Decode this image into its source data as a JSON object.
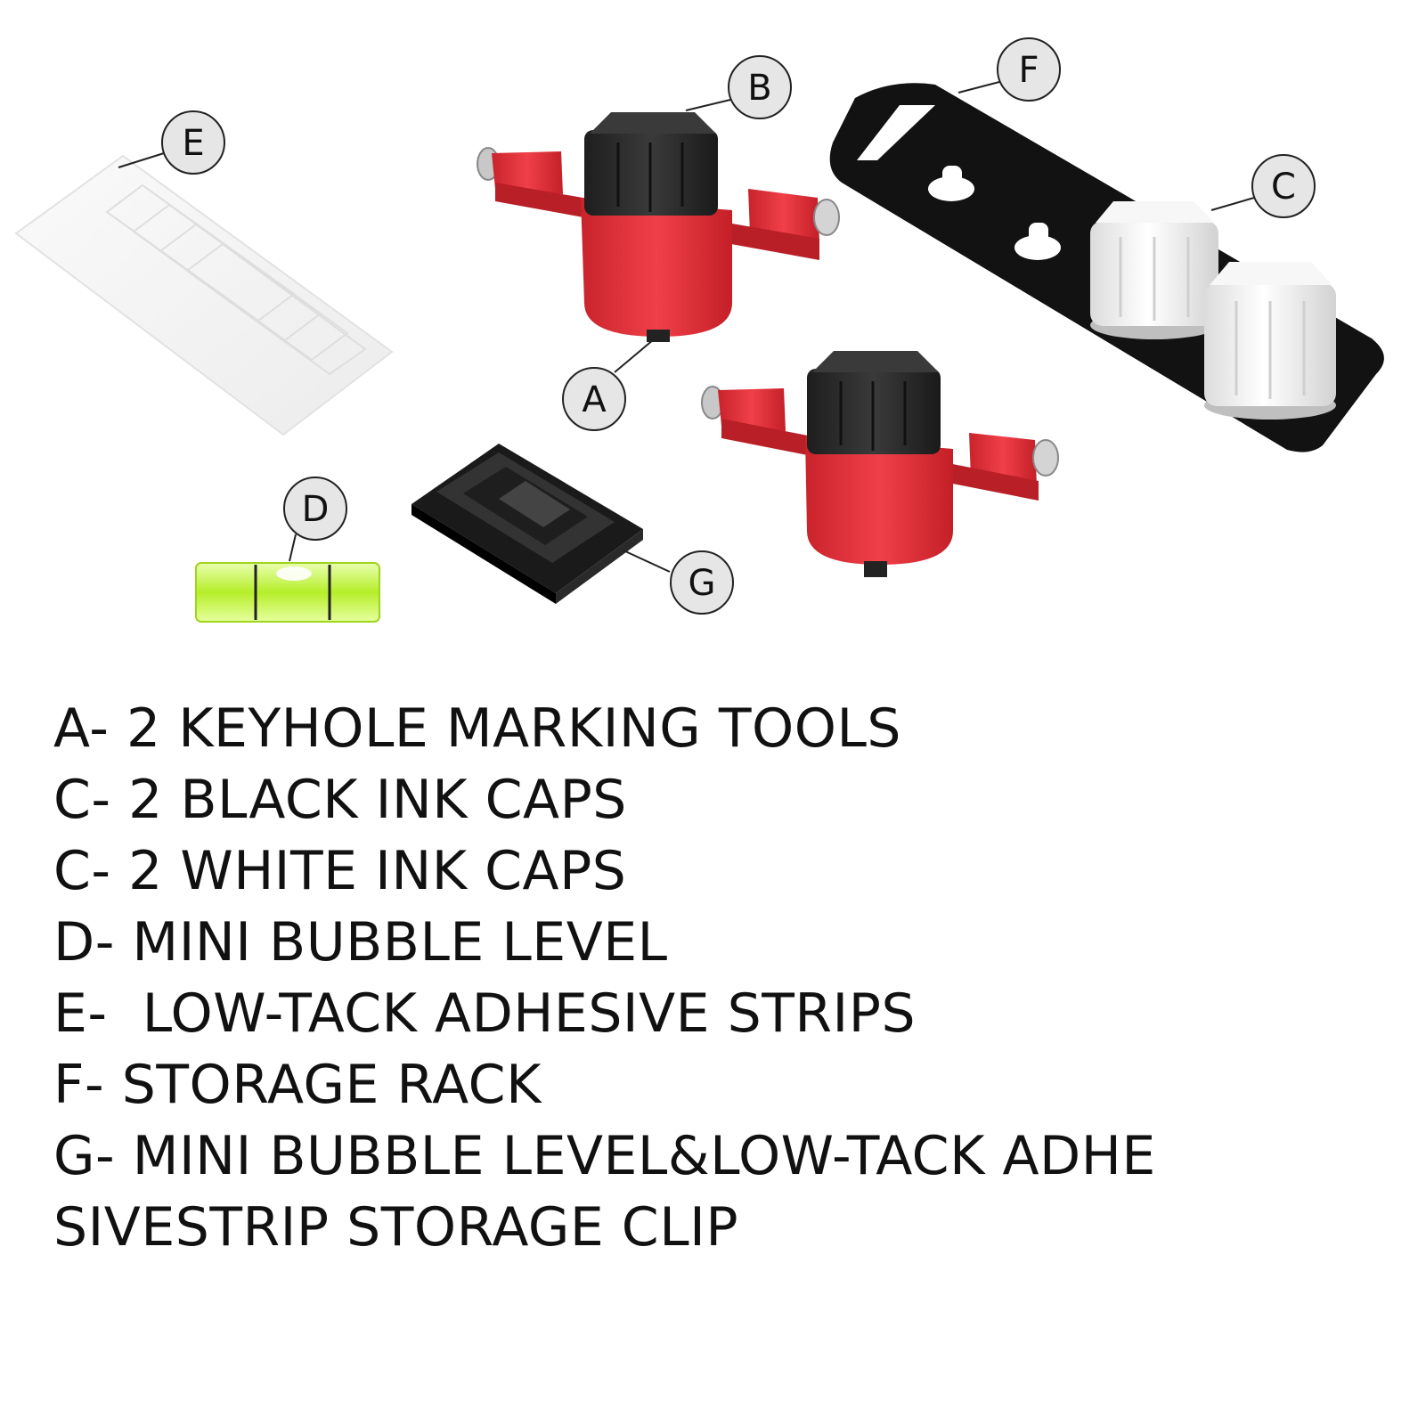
{
  "callouts": {
    "a": "A",
    "b": "B",
    "c": "C",
    "d": "D",
    "e": "E",
    "f": "F",
    "g": "G"
  },
  "legend": [
    "A- 2 KEYHOLE MARKING TOOLS",
    "C- 2 BLACK INK CAPS",
    "C- 2 WHITE INK CAPS",
    "D- MINI BUBBLE LEVEL",
    "E-  LOW-TACK ADHESIVE STRIPS",
    "F- STORAGE RACK",
    "G- MINI BUBBLE LEVEL&LOW-TACK ADHE",
    "SIVESTRIP STORAGE CLIP"
  ],
  "colors": {
    "tool_red": "#e8333b",
    "knob_black": "#2b2b2b",
    "rack_black": "#111111",
    "cap_white": "#f2f2f2",
    "level_green": "#c8f24a",
    "callout_fill": "#e6e6e6"
  }
}
